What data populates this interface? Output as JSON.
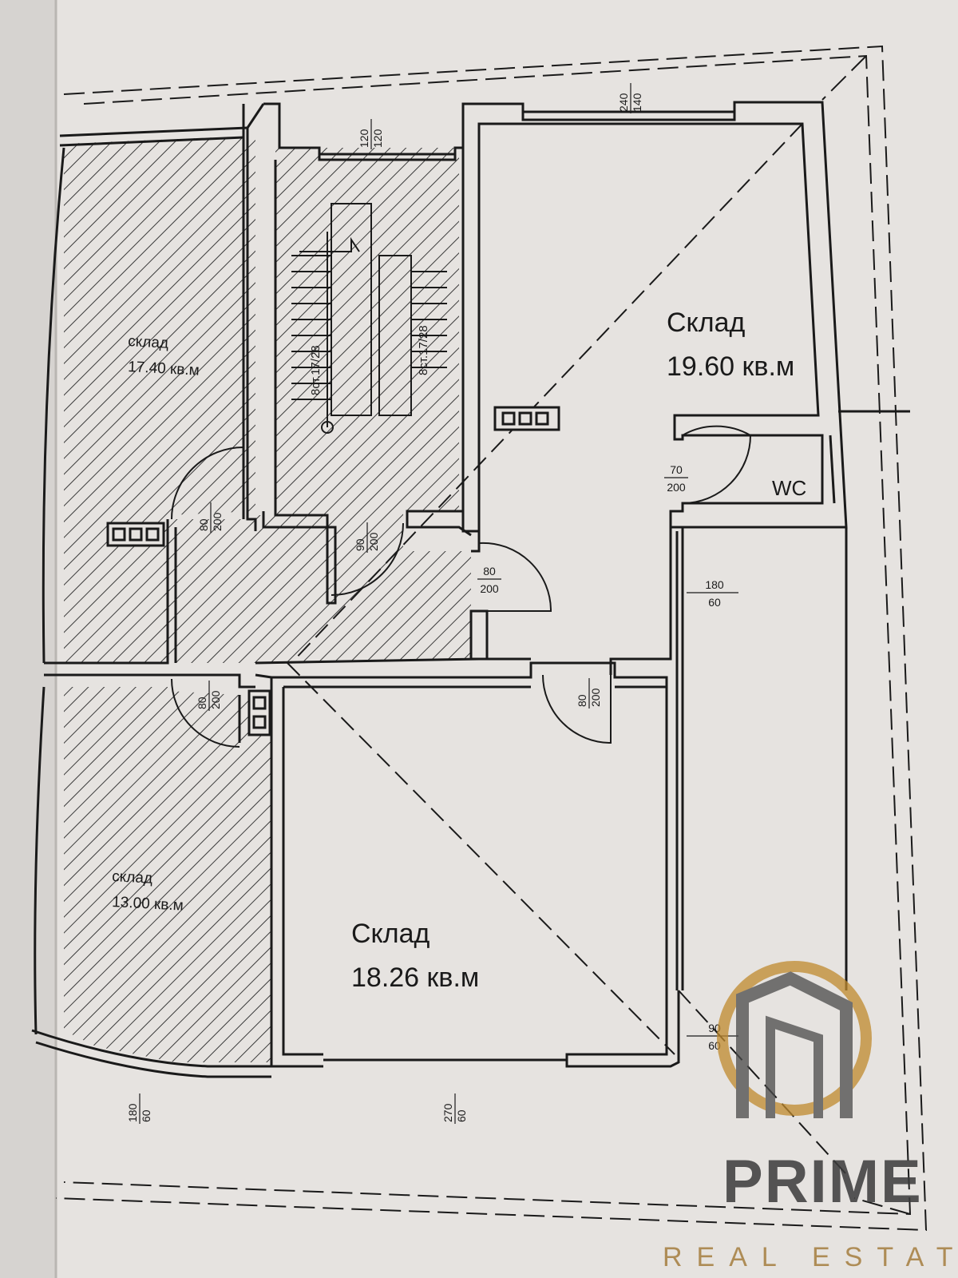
{
  "rooms": {
    "store_ne": {
      "name": "Склад",
      "area": "19.60 кв.м"
    },
    "store_se": {
      "name": "Склад",
      "area": "18.26 кв.м"
    },
    "store_nw": {
      "name": "склад",
      "area": "17.40 кв.м"
    },
    "store_sw": {
      "name": "склад",
      "area": "13.00 кв.м"
    },
    "wc": {
      "name": "WC"
    }
  },
  "stairs": {
    "up_left": "8ст.17/28",
    "up_right": "8ст.17/28"
  },
  "dimensions": {
    "window_top": {
      "a": "240",
      "b": "140"
    },
    "window_stair": {
      "a": "120",
      "b": "120"
    },
    "door_wc": {
      "a": "70",
      "b": "200"
    },
    "door_hall": {
      "a": "80",
      "b": "200"
    },
    "door_west_upper": {
      "a": "80",
      "b": "200"
    },
    "door_stair": {
      "a": "90",
      "b": "200"
    },
    "door_west_lower": {
      "a": "80",
      "b": "200"
    },
    "door_store_se": {
      "a": "80",
      "b": "200"
    },
    "window_east_upper": {
      "a": "180",
      "b": "60"
    },
    "window_east_lower": {
      "a": "90",
      "b": "60"
    },
    "window_bottom_left": {
      "a": "180",
      "b": "60"
    },
    "window_bottom_mid": {
      "a": "270",
      "b": "60"
    }
  },
  "watermark": {
    "brand": "PRIME",
    "tagline": "REAL ESTATES",
    "colors": {
      "dark": "#3b3b3b",
      "gold": "#a57e3e"
    }
  },
  "colors": {
    "paper": "#e6e3e0",
    "ink": "#1a1a1a",
    "hatch": "#3a3a3a"
  }
}
